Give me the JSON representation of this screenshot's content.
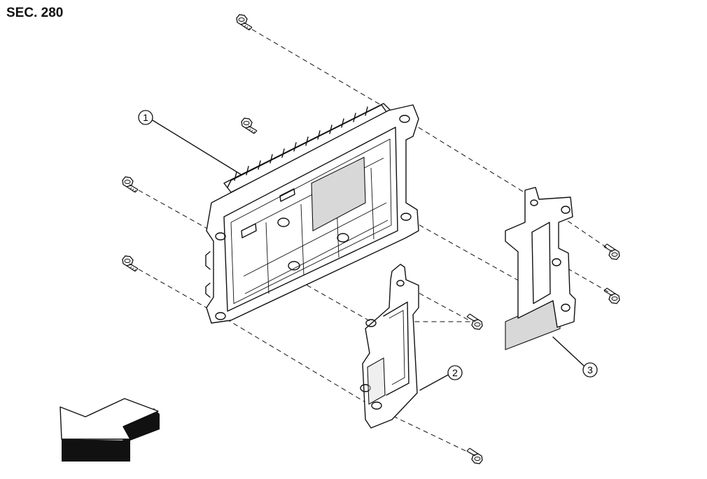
{
  "section": {
    "label": "SEC. 280"
  },
  "callouts": [
    {
      "id": "1",
      "label": "1",
      "part": "control-unit"
    },
    {
      "id": "2",
      "label": "2",
      "part": "front-bracket"
    },
    {
      "id": "3",
      "label": "3",
      "part": "rear-bracket"
    }
  ],
  "icons": [
    "bolt-icon",
    "front-direction-arrow-icon"
  ],
  "colors": {
    "line": "#111111",
    "shade": "#d8d8d8",
    "background": "#ffffff"
  }
}
